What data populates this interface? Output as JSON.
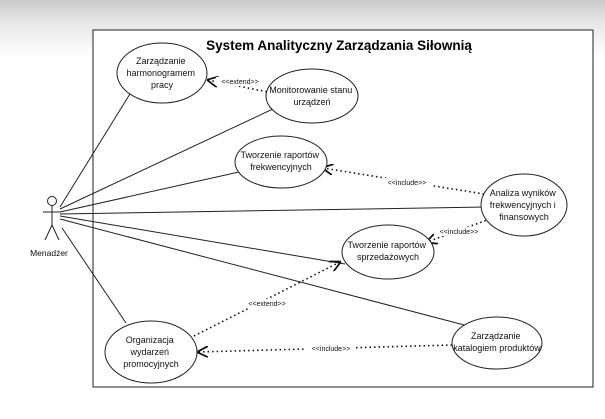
{
  "diagram": {
    "title": "System Analityczny Zarządzania Siłownią",
    "actor": {
      "name": "Menadżer"
    },
    "use_cases": [
      {
        "id": "uc1",
        "lines": [
          "Zarządzanie",
          "harmonogramem",
          "pracy"
        ]
      },
      {
        "id": "uc2",
        "lines": [
          "Monitorowanie stanu",
          "urządzeń"
        ]
      },
      {
        "id": "uc3",
        "lines": [
          "Tworzenie raportów",
          "frekwencyjnych"
        ]
      },
      {
        "id": "uc4",
        "lines": [
          "Analiza wyników",
          "frekwencyjnych i",
          "finansowych"
        ]
      },
      {
        "id": "uc5",
        "lines": [
          "Tworzenie raportów",
          "sprzedażowych"
        ]
      },
      {
        "id": "uc6",
        "lines": [
          "Organizacja",
          "wydarzeń",
          "promocyjnych"
        ]
      },
      {
        "id": "uc7",
        "lines": [
          "Zarządzanie",
          "katalogiem produktów"
        ]
      }
    ],
    "relations": [
      {
        "id": "r1",
        "label": "<<extend>>"
      },
      {
        "id": "r2",
        "label": "<<include>>"
      },
      {
        "id": "r3",
        "label": "<<include>>"
      },
      {
        "id": "r4",
        "label": "<<extend>>"
      },
      {
        "id": "r5",
        "label": "<<include>>"
      }
    ]
  }
}
